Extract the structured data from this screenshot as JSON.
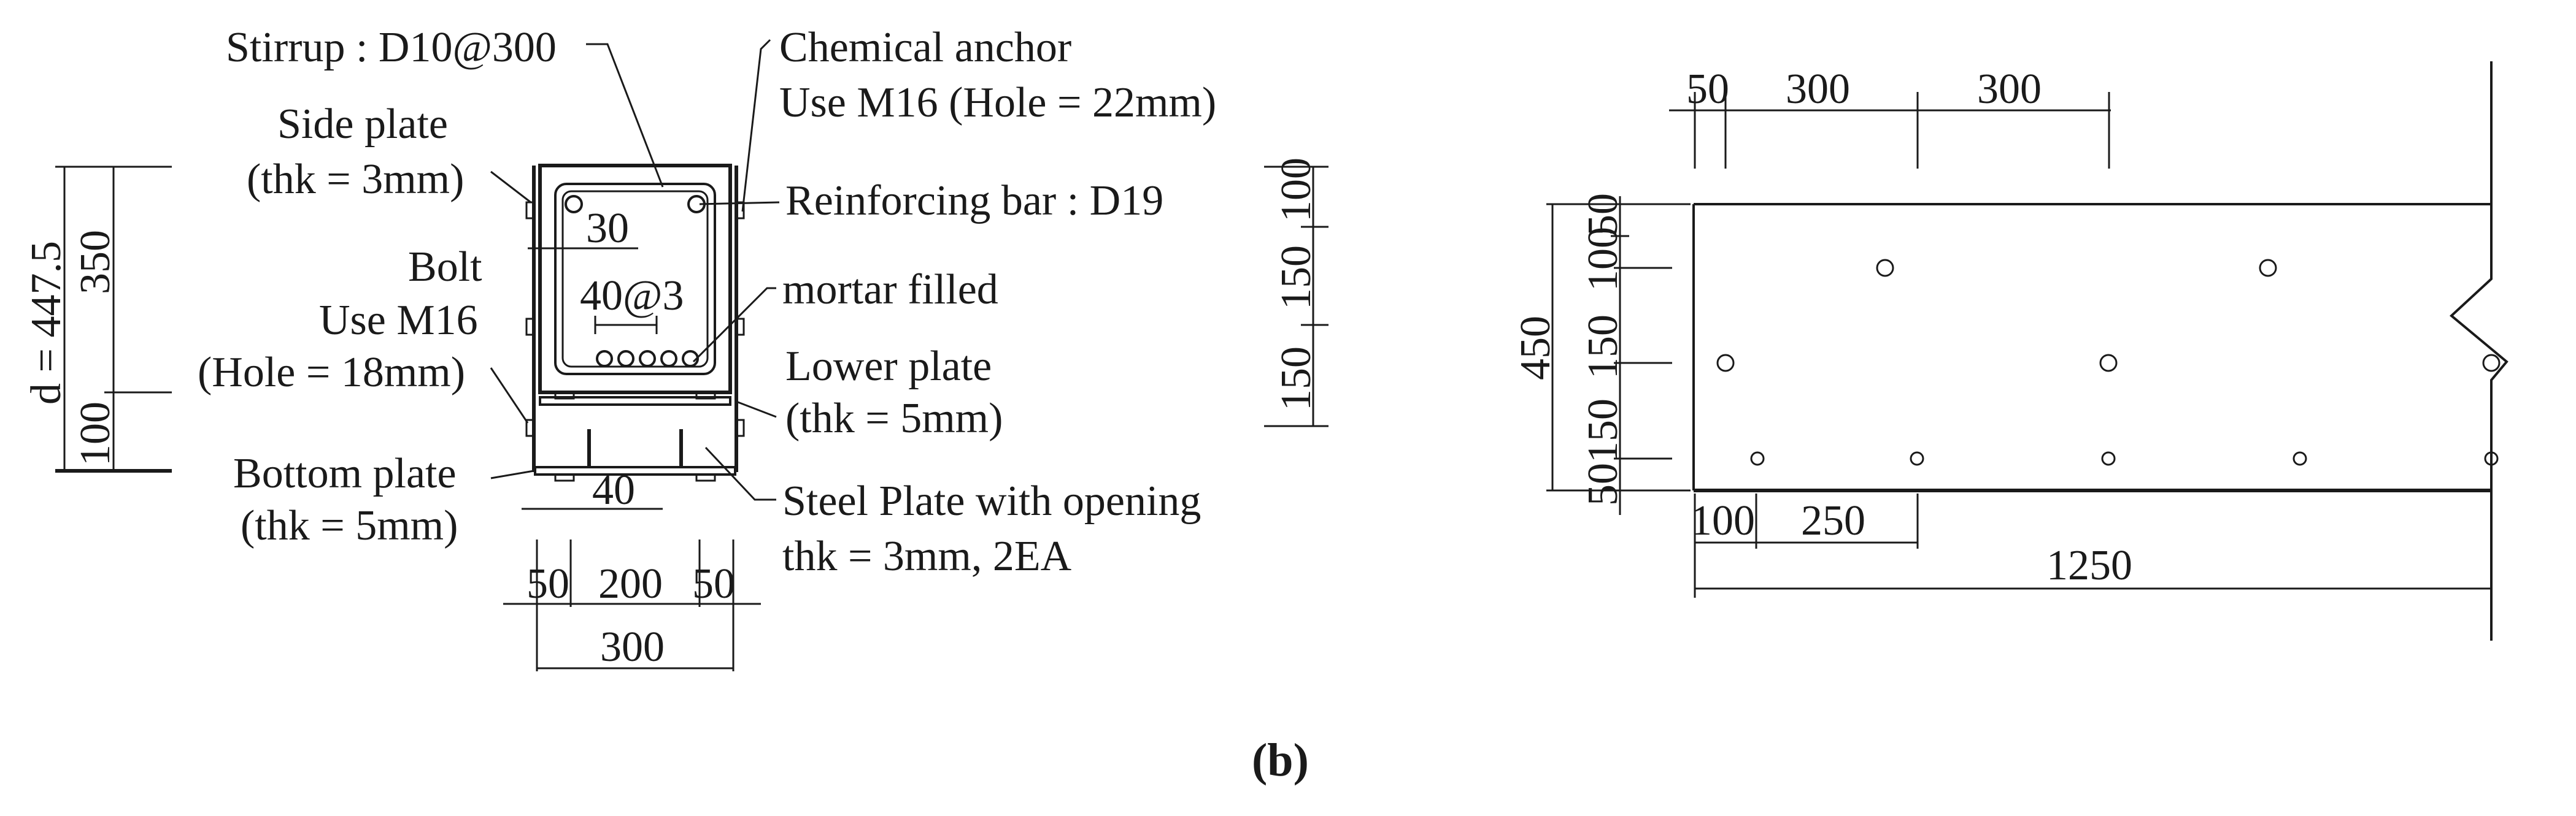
{
  "section": {
    "labels": {
      "stirrup": "Stirrup : D10@300",
      "side_plate_1": "Side plate",
      "side_plate_2": "(thk = 3mm)",
      "bolt_1": "Bolt",
      "bolt_2": "Use M16",
      "bolt_3": "(Hole = 18mm)",
      "bottom_plate_1": "Bottom plate",
      "bottom_plate_2": "(thk = 5mm)",
      "anchor_1": "Chemical anchor",
      "anchor_2": "Use M16 (Hole = 22mm)",
      "rebar": "Reinforcing bar : D19",
      "mortar": "mortar filled",
      "lower_plate_1": "Lower plate",
      "lower_plate_2": "(thk = 5mm)",
      "steel_plate_1": "Steel Plate with opening",
      "steel_plate_2": "thk = 3mm, 2EA"
    },
    "dims": {
      "depth": "d = 447.5",
      "d350": "350",
      "d100": "100",
      "cover": "30",
      "spacing": "40@3",
      "plate40": "40",
      "w50a": "50",
      "w200": "200",
      "w50b": "50",
      "w300": "300",
      "r100": "100",
      "r150a": "150",
      "r150b": "150"
    }
  },
  "elevation": {
    "top_dims": [
      "50",
      "300",
      "300"
    ],
    "left_dims": [
      "450",
      "50",
      "100",
      "150",
      "150",
      "50"
    ],
    "bottom_dims": [
      "100",
      "250",
      "1250"
    ],
    "bolt_rows": [
      {
        "level": "upper",
        "positions_mm": [
          300,
          900
        ]
      },
      {
        "level": "middle",
        "positions_mm": [
          50,
          650,
          1250
        ]
      },
      {
        "level": "lower",
        "positions_mm": [
          100,
          350,
          650,
          950,
          1250
        ]
      }
    ]
  },
  "caption": "(b)"
}
